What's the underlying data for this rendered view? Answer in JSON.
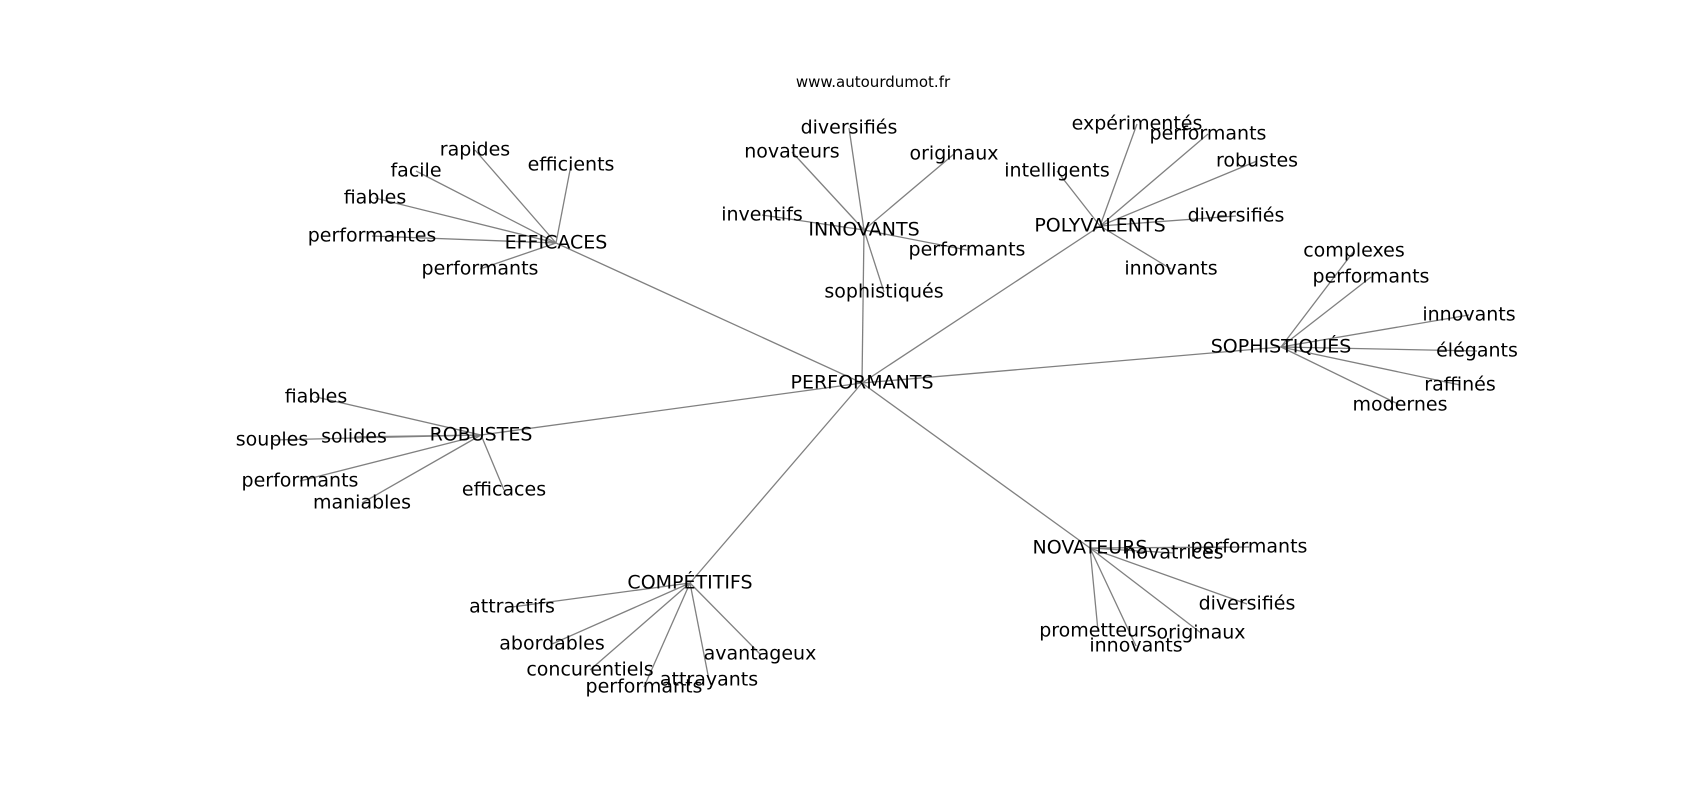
{
  "header": {
    "site": "www.autourdumot.fr"
  },
  "graph": {
    "center": "PERFORMANTS",
    "clusters": [
      {
        "key": "efficaces",
        "label": "EFFICACES",
        "words": [
          "rapides",
          "facile",
          "efficients",
          "fiables",
          "performantes",
          "performants"
        ]
      },
      {
        "key": "innovants",
        "label": "INNOVANTS",
        "words": [
          "diversifiés",
          "novateurs",
          "originaux",
          "inventifs",
          "performants",
          "sophistiqués"
        ]
      },
      {
        "key": "polyvalents",
        "label": "POLYVALENTS",
        "words": [
          "expérimentés",
          "performants",
          "robustes",
          "intelligents",
          "diversifiés",
          "innovants"
        ]
      },
      {
        "key": "sophistiques",
        "label": "SOPHISTIQUÉS",
        "words": [
          "complexes",
          "performants",
          "innovants",
          "élégants",
          "raffinés",
          "modernes"
        ]
      },
      {
        "key": "robustes",
        "label": "ROBUSTES",
        "words": [
          "fiables",
          "souples",
          "solides",
          "performants",
          "maniables",
          "efficaces"
        ]
      },
      {
        "key": "novateurs",
        "label": "NOVATEURS",
        "words": [
          "novatrices",
          "performants",
          "diversifiés",
          "prometteurs",
          "innovants",
          "originaux"
        ]
      },
      {
        "key": "competitifs",
        "label": "COMPÉTITIFS",
        "words": [
          "attractifs",
          "abordables",
          "avantageux",
          "concurentiels",
          "attrayants",
          "performants"
        ]
      }
    ]
  }
}
